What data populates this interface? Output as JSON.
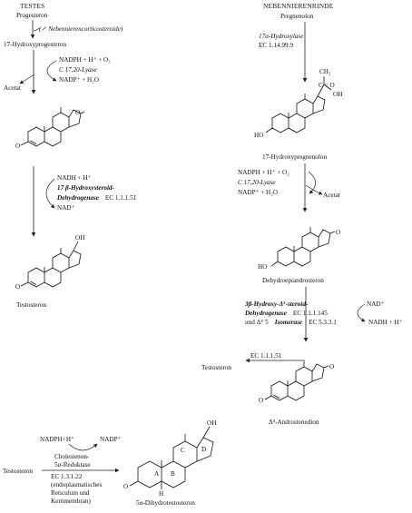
{
  "left": {
    "title": "TESTES",
    "step1_substrate": "Progesteron",
    "step1_side": "(↗ Nebennierencorticosteroide)",
    "step1_product": "17-Hydroxyprogesteron",
    "step2_cof_in": "NADPH + H⁺ + O₂",
    "step2_enzyme": "C 17,20-Lyase",
    "step2_cof_out": "NADP⁺ + H₂O",
    "step2_side": "Acetat",
    "step3_cof_in": "NADH + H⁺",
    "step3_enzyme_1": "17 β-Hydroxysteroid-",
    "step3_enzyme_2_it": "Dehydrogenase",
    "step3_enzyme_2_ec": "EC 1.1.1.51",
    "step3_cof_out": "NAD⁺",
    "product": "Testosteron",
    "oh": "OH"
  },
  "right": {
    "title": "NEBENNIERENRINDE",
    "substrate": "Pregnenolon",
    "enzyme1": "17α-Hydroxylase",
    "enzyme1_ec": "EC 1.14.99.9",
    "sub_ch3": "CH₃",
    "sub_co": "C = O",
    "sub_oh": "OH",
    "sub_ho": "HO",
    "product1": "17-Hydroxypregnenolon",
    "step2_cof_in": "NADPH + H⁺ + O₂",
    "step2_enzyme": "C 17,20-Lyase",
    "step2_cof_out": "NADP⁺ + H₂O",
    "step2_side": "Acetat",
    "product2": "Dehydroepiandrosteron",
    "enzyme3_line1": "3β-Hydroxy-Δ⁵-steroid-",
    "enzyme3_line2_it": "Dehydrogenase",
    "enzyme3_line2_ec": "EC 1.1.1.145",
    "enzyme3_line3_pre": "und Δ⁴˙5",
    "enzyme3_line3_it": "Isomerase",
    "enzyme3_line3_ec": "EC 5.3.3.1",
    "step3_cof_in": "NAD⁺",
    "step3_cof_out": "NADH + H⁺",
    "side_ec": "EC 1.1.1.51",
    "side_product": "Testosteron",
    "product3": "Δ⁴-Androstenedion"
  },
  "bottom": {
    "cof_in": "NADPH+H⁺",
    "cof_out": "NADP⁺",
    "substrate": "Testosteron",
    "enzyme_1": "Cholestenon-",
    "enzyme_2": "5α-Reduktase",
    "ec": "EC 1.3.1.22",
    "loc_1": "(endoplasmatisches",
    "loc_2": "Reticulum und",
    "loc_3": "Kernmembran)",
    "ring_a": "A",
    "ring_b": "B",
    "ring_c": "C",
    "ring_d": "D",
    "h": "H",
    "oh": "OH",
    "product": "5α-Dihydrotestosteron"
  }
}
